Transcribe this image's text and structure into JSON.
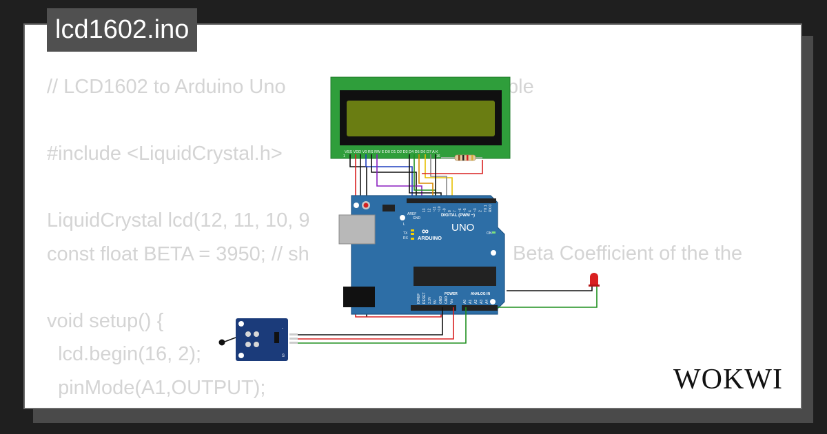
{
  "title": "lcd1602.ino",
  "code_lines": [
    "// LCD1602 to Arduino Uno",
    "ple",
    "#include <LiquidCrystal.h>",
    "LiquidCrystal lcd(12, 11, 10, 9",
    "const float BETA = 3950; // sh",
    "Beta Coefficient of the the",
    "void setup() {",
    "  lcd.begin(16, 2);",
    "  pinMode(A1,OUTPUT);"
  ],
  "lcd": {
    "pin_labels": "VSS VDD V0 RS RW E D0 D1 D2 D3 D4 D5 D6 D7 A K",
    "pin_first": "1",
    "pin_last": "16"
  },
  "arduino": {
    "brand": "ARDUINO",
    "model": "UNO",
    "digital_label": "DIGITAL (PWM ~)",
    "analog_label": "ANALOG IN",
    "power_label": "POWER",
    "led_l": "L",
    "led_tx": "TX",
    "led_rx": "RX",
    "led_on": "ON",
    "aref": "AREF",
    "gnd": "GND",
    "digital_pins": [
      "13",
      "12",
      "~11",
      "~10",
      "~9",
      "8",
      "7",
      "~6",
      "~5",
      "4",
      "~3",
      "2",
      "TX 1",
      "RX 0"
    ],
    "power_pins": [
      "IOREF",
      "RESET",
      "3.3V",
      "5V",
      "GND",
      "GND",
      "Vin"
    ],
    "analog_pins": [
      "A0",
      "A1",
      "A2",
      "A3",
      "A4",
      "A5"
    ]
  },
  "sensor": {
    "label": "S",
    "minus": "-"
  },
  "logo": "WOKWI",
  "colors": {
    "background": "#1f1f1f",
    "card": "#ffffff",
    "code_text": "#d4d4d4",
    "arduino_board": "#2d6ea6",
    "lcd_pcb": "#2f9e3b",
    "lcd_screen": "#6a7d12",
    "sensor_board": "#1b3b7a",
    "led": "#d92020"
  }
}
